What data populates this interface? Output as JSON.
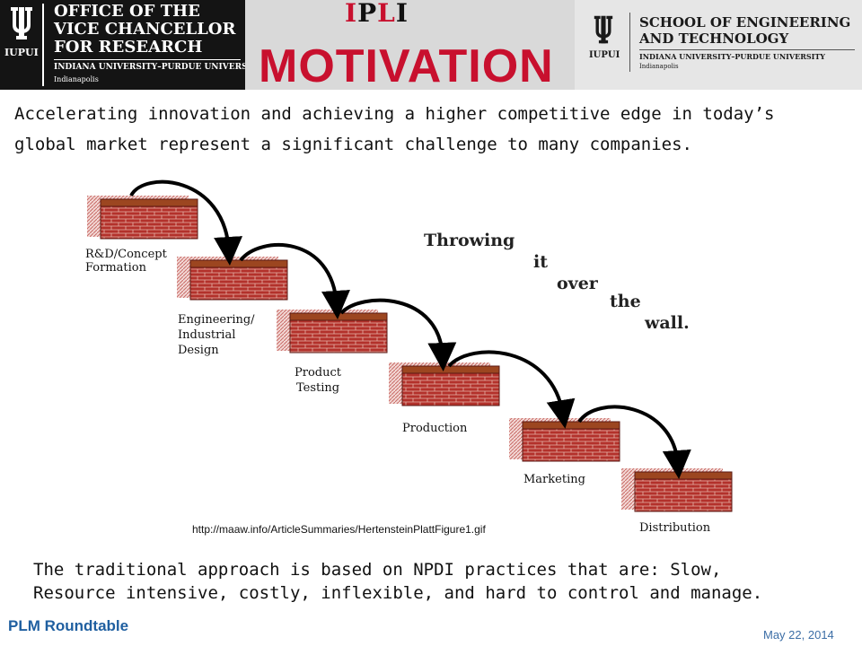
{
  "header": {
    "left_logo": {
      "lines": [
        "OFFICE OF THE",
        "VICE CHANCELLOR",
        "FOR RESEARCH"
      ],
      "university": "INDIANA UNIVERSITY–PURDUE UNIVERSITY",
      "city": "Indianapolis",
      "mark": "IUPUI"
    },
    "ipli": {
      "red1": "I",
      "black1": "P",
      "red2": "L",
      "black2": "I"
    },
    "right_logo": {
      "lines": [
        "SCHOOL OF ENGINEERING",
        "AND TECHNOLOGY"
      ],
      "university": "INDIANA UNIVERSITY–PURDUE UNIVERSITY",
      "city": "Indianapolis",
      "mark": "IUPUI"
    },
    "colors": {
      "accent_red": "#c8102e",
      "dark_band": "#141414"
    }
  },
  "slide": {
    "title": "MOTIVATION",
    "intro_line1": "Accelerating innovation and achieving a higher competitive edge in today’s",
    "intro_line2": "global market represent a significant challenge to many companies.",
    "diagram": {
      "stages": [
        {
          "label_line1": "R&D/Concept",
          "label_line2": "Formation"
        },
        {
          "label_line1": "Engineering/",
          "label_line2": "Industrial",
          "label_line3": "Design"
        },
        {
          "label_line1": "Product",
          "label_line2": "Testing"
        },
        {
          "label_line1": "Production"
        },
        {
          "label_line1": "Marketing"
        },
        {
          "label_line1": "Distribution"
        }
      ],
      "phrase": [
        "Throwing",
        "it",
        "over",
        "the",
        "wall."
      ],
      "brick_color": "#b0302a",
      "cap_color": "#a0461e"
    },
    "source_url": "http://maaw.info/ArticleSummaries/HertensteinPlattFigure1.gif",
    "summary_line1": "The traditional approach is based on NPDI practices that are: Slow,",
    "summary_line2": "Resource intensive, costly, inflexible, and hard to control and manage."
  },
  "footer": {
    "left": "PLM Roundtable",
    "date": "May 22, 2014"
  }
}
